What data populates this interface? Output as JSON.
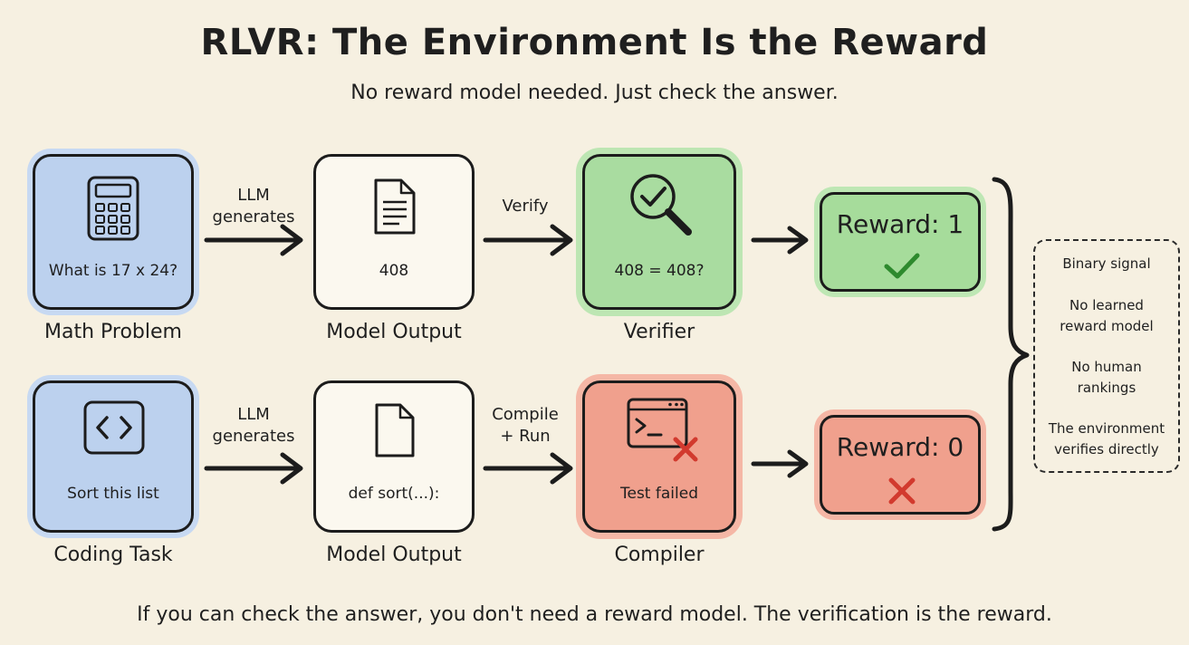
{
  "title": "RLVR: The Environment Is the Reward",
  "subtitle": "No reward model needed. Just check the answer.",
  "footer": "If you can check the answer, you don't need a reward model. The verification is the reward.",
  "rows": [
    {
      "input": {
        "text": "What is 17 x 24?",
        "label": "Math Problem",
        "icon": "calculator-icon"
      },
      "arrow1": {
        "line1": "LLM",
        "line2": "generates"
      },
      "output": {
        "text": "408",
        "label": "Model Output",
        "icon": "document-icon"
      },
      "arrow2": {
        "line1": "Verify",
        "line2": ""
      },
      "check": {
        "text": "408 = 408?",
        "label": "Verifier",
        "icon": "magnifier-check-icon"
      },
      "reward": {
        "text": "Reward: 1",
        "icon": "checkmark-icon"
      }
    },
    {
      "input": {
        "text": "Sort this list",
        "label": "Coding Task",
        "icon": "code-brackets-icon"
      },
      "arrow1": {
        "line1": "LLM",
        "line2": "generates"
      },
      "output": {
        "text": "def sort(...):",
        "label": "Model Output",
        "icon": "file-icon"
      },
      "arrow2": {
        "line1": "Compile",
        "line2": "+ Run"
      },
      "check": {
        "text": "Test failed",
        "label": "Compiler",
        "icon": "terminal-x-icon"
      },
      "reward": {
        "text": "Reward: 0",
        "icon": "x-mark-icon"
      }
    }
  ],
  "notes": [
    {
      "line1": "Binary signal",
      "line2": ""
    },
    {
      "line1": "No learned",
      "line2": "reward model"
    },
    {
      "line1": "No human",
      "line2": "rankings"
    },
    {
      "line1": "The environment",
      "line2": "verifies directly"
    }
  ],
  "colors": {
    "input_blue": "#bcd1ee",
    "verifier_green": "#a9dca0",
    "compiler_red": "#f0a08d",
    "background": "#f6f0e1"
  }
}
